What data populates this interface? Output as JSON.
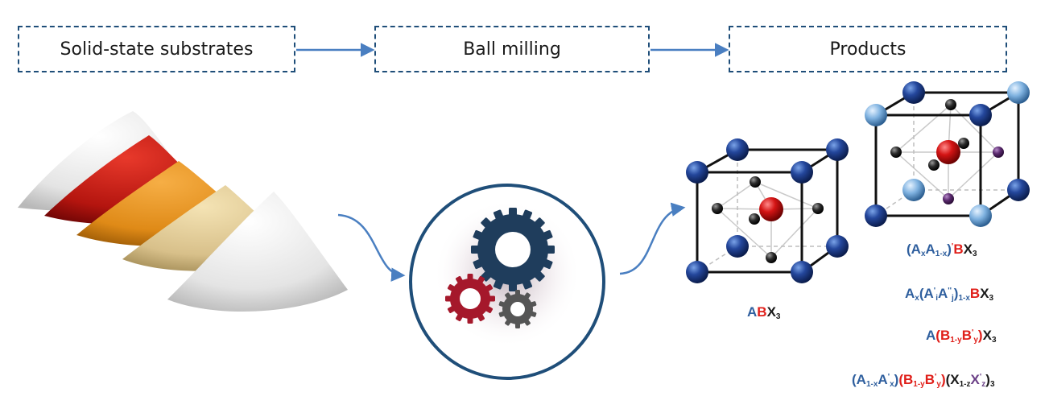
{
  "steps": {
    "substrates": "Solid-state substrates",
    "milling": "Ball milling",
    "products": "Products"
  },
  "formulas": {
    "f0": {
      "A": "A",
      "B": "B",
      "X": "X",
      "n": "3"
    },
    "f1": {
      "open": "(",
      "A": "A",
      "x": "x",
      "A2": "A",
      "sub2": "1-x",
      "close": ")",
      "prime": "'",
      "B": "B",
      "X": "X",
      "n": "3"
    },
    "f2": {
      "A": "A",
      "x": "x",
      "open": "(A",
      "p1": "'",
      "i": "i",
      "A2": "A",
      "p2": "''",
      "j": "j",
      "close": ")",
      "sub": "1-x",
      "B": "B",
      "X": "X",
      "n": "3"
    },
    "f3": {
      "A": "A",
      "open": "(B",
      "sub1": "1-y",
      "B2": "B",
      "p": "'",
      "y": "y",
      "close": ")",
      "X": "X",
      "n": "3"
    },
    "f4": {
      "a_open": "(A",
      "a_sub": "1-x",
      "a_A": "A",
      "a_p": "'",
      "a_x": "x",
      "a_close": ")",
      "b_open": "(B",
      "b_sub": "1-y",
      "b_B": "B",
      "b_p": "'",
      "b_y": "y",
      "b_close": ")",
      "c_open": "(X",
      "c_sub": "1-z",
      "c_X": "X",
      "c_p": "'",
      "c_z": "z",
      "c_close": ")",
      "n": "3"
    }
  },
  "colors": {
    "box_border": "#1f4e79",
    "arrow": "#4a7fc1",
    "gear_large": "#1f3d5c",
    "gear_red": "#a5182b",
    "gear_gray": "#555555",
    "atom_blue": "#1e3a8a",
    "atom_light_blue": "#6fa3d6",
    "atom_red": "#d11a1a",
    "atom_black": "#222222",
    "atom_purple": "#5a2a6e",
    "formula_blue": "#2f5f9e",
    "formula_red": "#e0201b",
    "formula_purple": "#6a3f86"
  },
  "icons": {
    "powders": "powder-piles-image",
    "mill": "gear-cluster-icon",
    "cell1": "perovskite-unit-cell-icon",
    "cell2": "substituted-perovskite-unit-cell-icon"
  }
}
